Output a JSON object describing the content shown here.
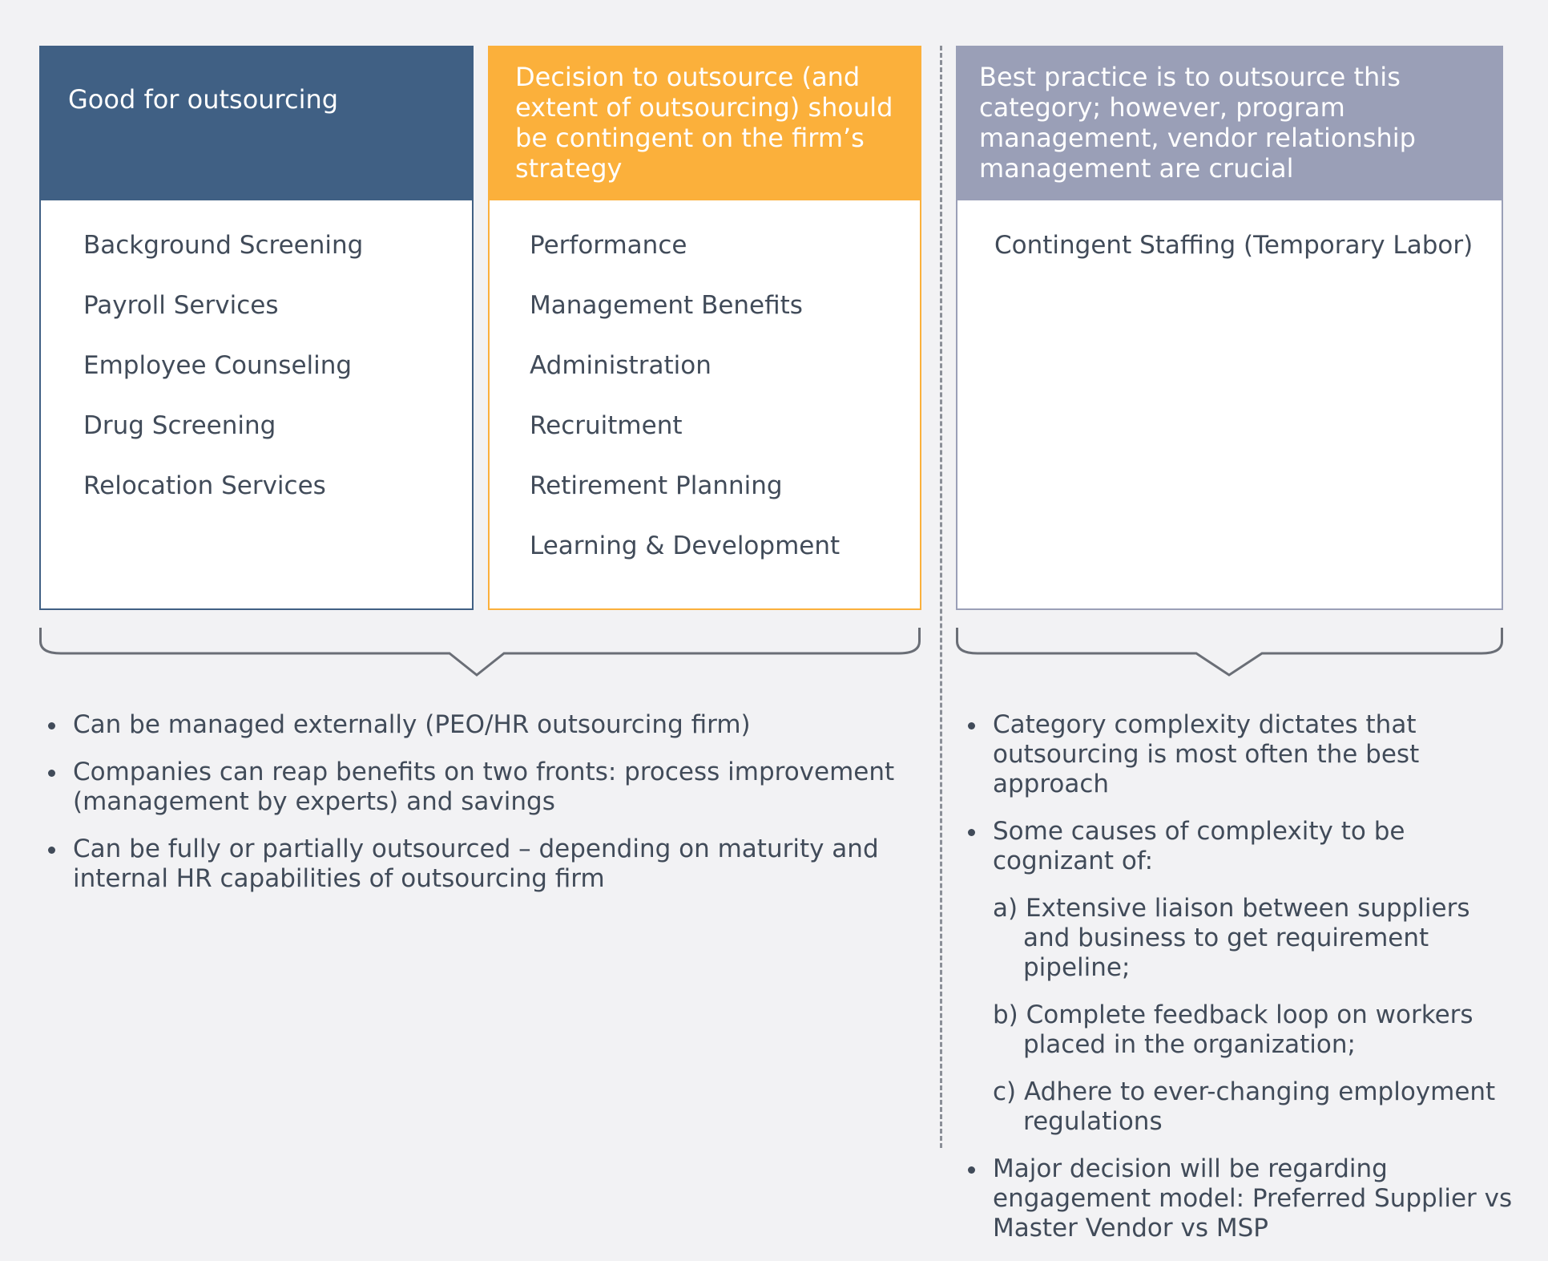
{
  "columns": [
    {
      "header": "Good for outsourcing",
      "items": [
        "Background Screening",
        "Payroll Services",
        "Employee Counseling",
        "Drug Screening",
        "Relocation Services"
      ],
      "color": "#406084"
    },
    {
      "header": "Decision to outsource (and extent of outsourcing) should be contingent on the firm’s strategy",
      "items": [
        "Performance",
        "Management Benefits",
        "Administration",
        "Recruitment",
        "Retirement Planning",
        "Learning & Development"
      ],
      "color": "#fbb03b"
    },
    {
      "header": "Best practice is to outsource this category; however, program management, vendor relationship management are crucial",
      "items": [
        "Contingent Staffing (Temporary Labor)"
      ],
      "color": "#9a9fb7"
    }
  ],
  "left_notes": [
    "Can be managed externally (PEO/HR outsourcing firm)",
    "Companies can reap benefits on two fronts: process improvement (management by experts) and savings",
    "Can be fully or partially outsourced – depending on maturity and internal HR capabilities of outsourcing firm"
  ],
  "right_notes": {
    "bullet_1": "Category complexity dictates that outsourcing is most often the best approach",
    "bullet_2": "Some causes of complexity to be cognizant of:",
    "sub_items": [
      "a) Extensive liaison between suppliers and business to get requirement pipeline;",
      "b) Complete feedback loop on workers placed in the organization;",
      "c) Adhere to ever-changing employment regulations"
    ],
    "bullet_3": "Major decision will be regarding engagement model: Preferred Supplier vs Master Vendor vs MSP"
  }
}
